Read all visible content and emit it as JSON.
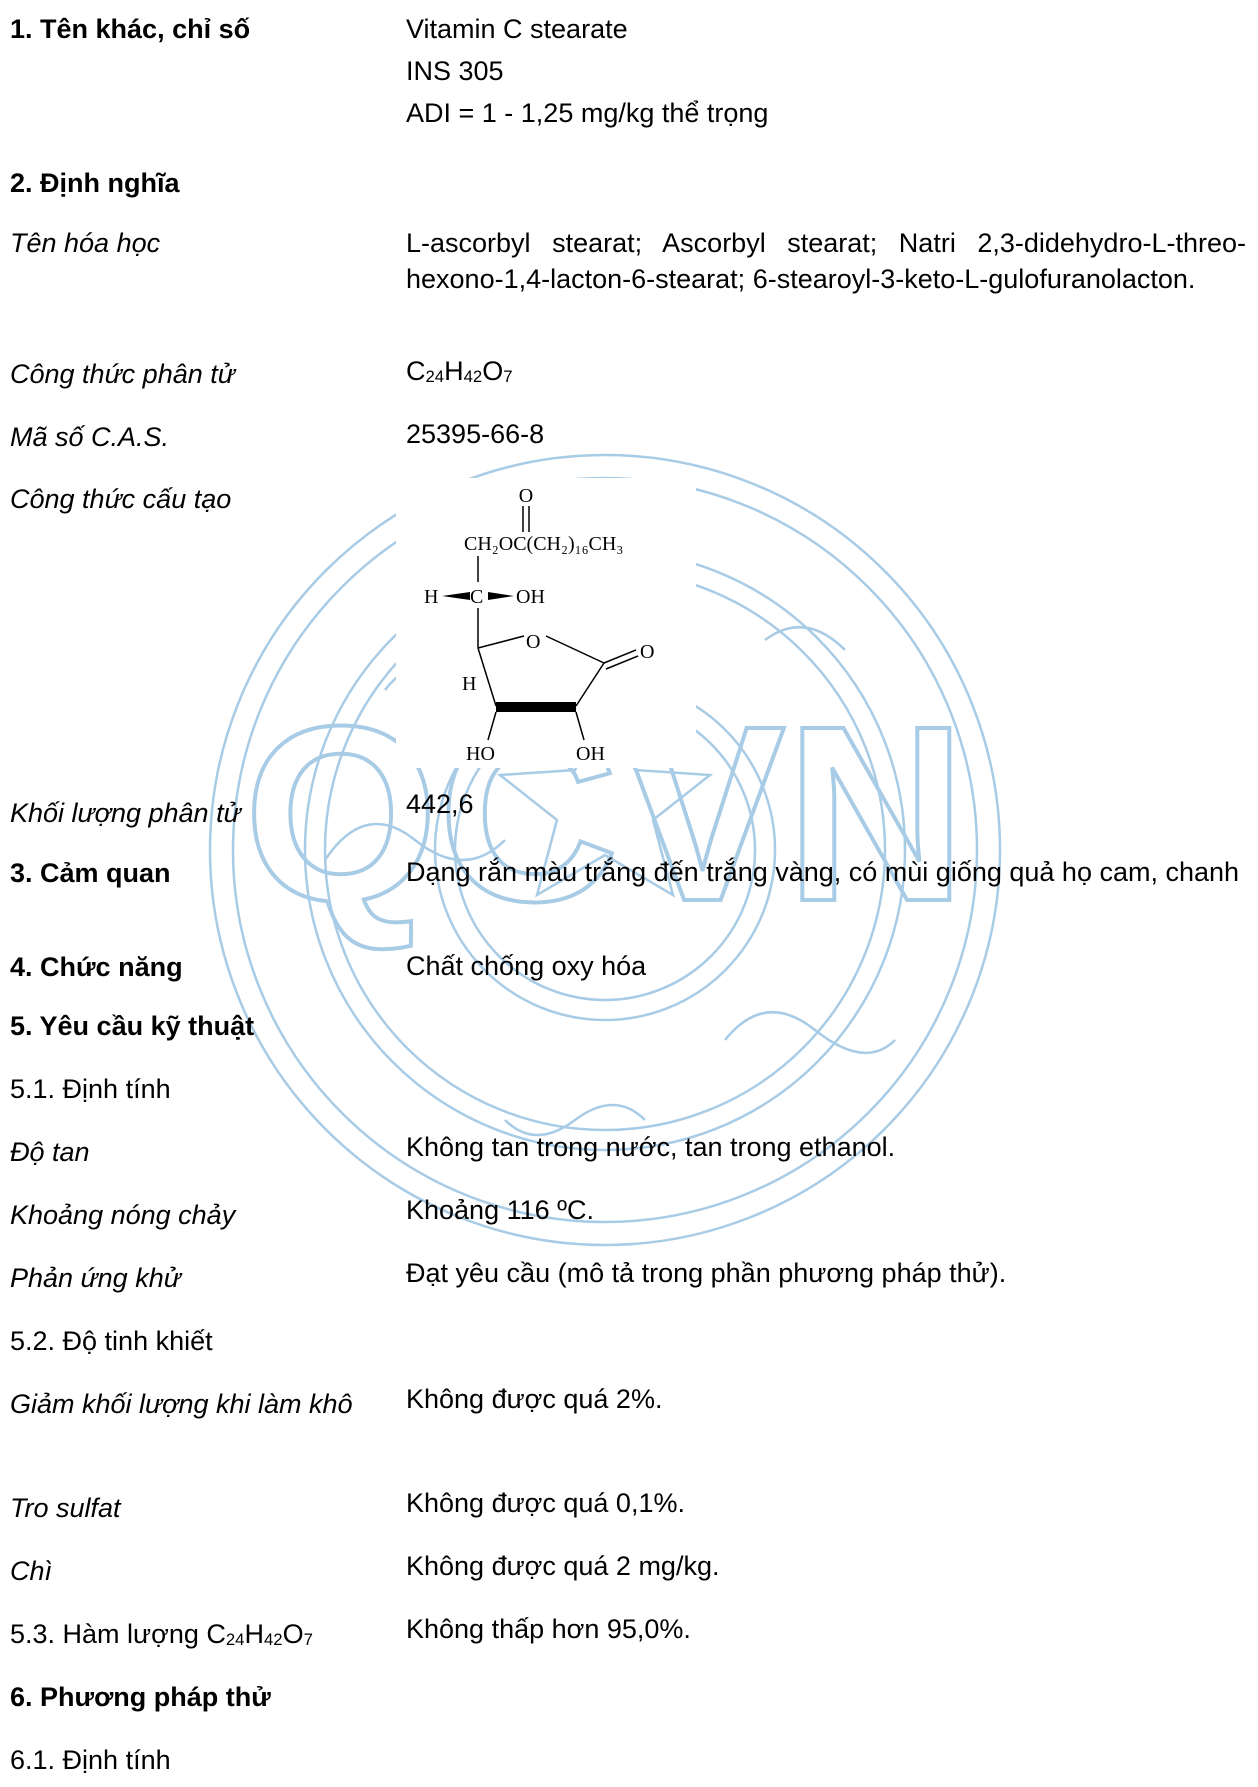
{
  "watermark": {
    "text": "QCVN",
    "color": "#a8cbe6"
  },
  "sections": {
    "s1_label": "1. Tên khác, chỉ số",
    "s1_values": [
      "Vitamin C stearate",
      "INS 305",
      "ADI = 1 - 1,25 mg/kg thể trọng"
    ],
    "s2_label": "2. Định nghĩa",
    "chem_name_label": "Tên hóa học",
    "chem_name_value": "L-ascorbyl stearat; Ascorbyl stearat; Natri 2,3-didehydro-L-threo-hexono-1,4-lacton-6-stearat; 6-stearoyl-3-keto-L-gulofuranolacton.",
    "formula_label": "Công thức phân tử",
    "formula": {
      "c": "C",
      "c_n": "24",
      "h": "H",
      "h_n": "42",
      "o": "O",
      "o_n": "7"
    },
    "cas_label": "Mã số C.A.S.",
    "cas_value": "25395-66-8",
    "struct_label": "Công thức cấu tạo",
    "structure": {
      "o_top": "O",
      "chain": "CH₂OC(CH₂)₁₆CH₃",
      "h_left": "H",
      "c_mid": "C",
      "oh_right": "OH",
      "ring_o": "O",
      "carbonyl_o": "O",
      "h_ring": "H",
      "ho": "HO",
      "oh": "OH"
    },
    "mw_label": "Khối lượng phân tử",
    "mw_value": "442,6",
    "s3_label": "3. Cảm quan",
    "s3_value": "Dạng rắn màu trắng đến trắng vàng, có mùi giống quả họ cam, chanh",
    "s4_label": "4. Chức năng",
    "s4_value": "Chất chống oxy hóa",
    "s5_label": "5. Yêu cầu kỹ thuật",
    "s51_label": "5.1. Định tính",
    "solubility_label": "Độ tan",
    "solubility_value": "Không tan trong nước, tan trong ethanol.",
    "melting_label": "Khoảng nóng chảy",
    "melting_value": "Khoảng 116 ºC.",
    "reduction_label": "Phản ứng khử",
    "reduction_value": "Đạt yêu cầu (mô tả trong phần phương pháp thử).",
    "s52_label": "5.2. Độ tinh khiết",
    "drying_label": "Giảm khối lượng khi làm khô",
    "drying_value": "Không được quá 2%.",
    "ash_label": "Tro sulfat",
    "ash_value": "Không được quá 0,1%.",
    "lead_label": "Chì",
    "lead_value": "Không được quá 2 mg/kg.",
    "s53_label_prefix": "5.3. Hàm lượng ",
    "s53_value": "Không thấp hơn 95,0%.",
    "s6_label": "6. Phương pháp thử",
    "s61_label": "6.1. Định tính"
  }
}
